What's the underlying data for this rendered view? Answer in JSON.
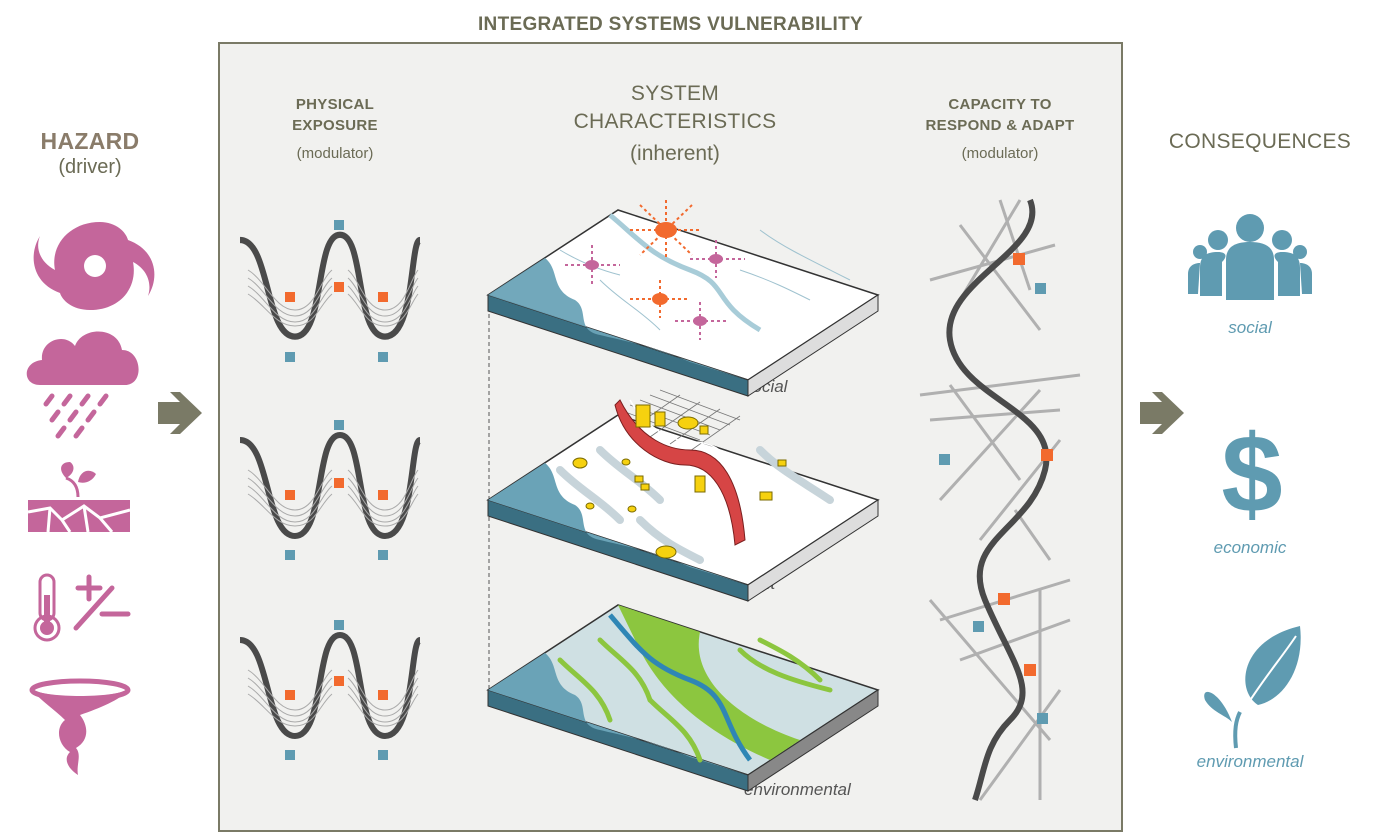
{
  "header": {
    "title": "INTEGRATED SYSTEMS VULNERABILITY"
  },
  "hazard": {
    "title": "HAZARD",
    "subtitle": "(driver)",
    "icons": [
      "hurricane-icon",
      "heavy-rain-icon",
      "drought-icon",
      "temperature-change-icon",
      "tornado-icon"
    ],
    "color": "#c4669b"
  },
  "exposure": {
    "title_line1": "PHYSICAL",
    "title_line2": "EXPOSURE",
    "subtitle": "(modulator)"
  },
  "system": {
    "title_line1": "SYSTEM",
    "title_line2": "CHARACTERISTICS",
    "subtitle": "(inherent)",
    "layers": [
      "social",
      "built",
      "environmental"
    ]
  },
  "capacity": {
    "title_line1": "CAPACITY TO",
    "title_line2": "RESPOND & ADAPT",
    "subtitle": "(modulator)"
  },
  "consequences": {
    "title": "CONSEQUENCES",
    "items": [
      "social",
      "economic",
      "environmental"
    ],
    "color": "#5f9bb1"
  },
  "colors": {
    "panel": "#f1f1ef",
    "panel_border": "#7a7a66",
    "arrow": "#7a7a66",
    "orange": "#f26a2e",
    "blue": "#5f9bb1",
    "water": "#6aa3b7",
    "green": "#8cc63f",
    "red": "#d64545",
    "yellow": "#f6d10f"
  }
}
